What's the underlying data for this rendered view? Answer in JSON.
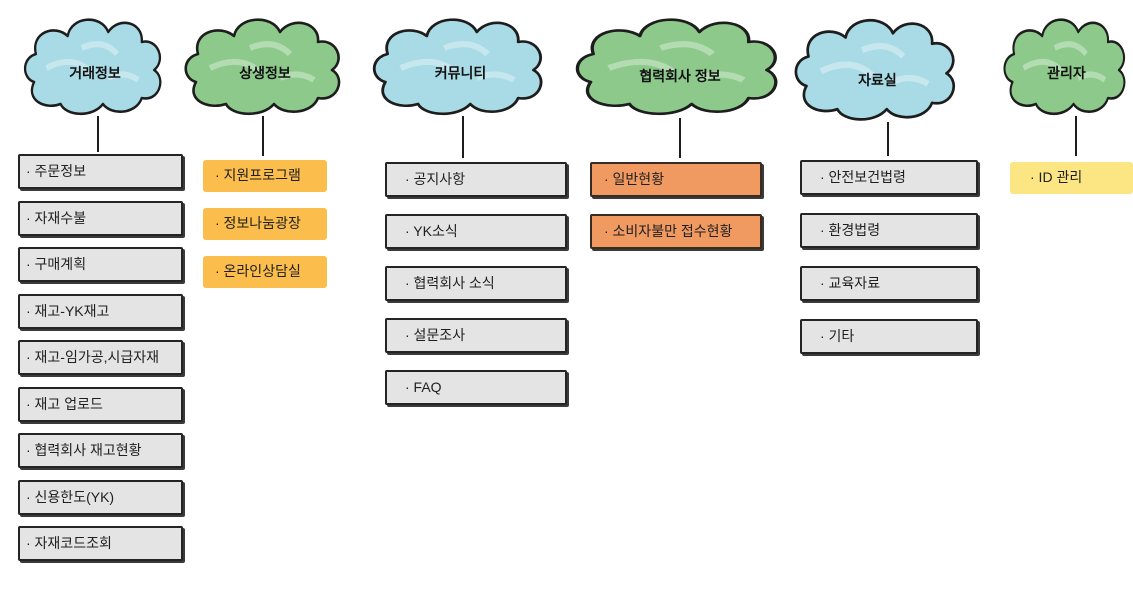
{
  "columns": [
    {
      "title": "거래정보",
      "cloud_color": "#a8dbe5",
      "item_style": "gray",
      "items": [
        "· 주문정보",
        "· 자재수불",
        "· 구매계획",
        "· 재고-YK재고",
        "· 재고-임가공,시급자재",
        "· 재고 업로드",
        "· 협력회사 재고현황",
        "· 신용한도(YK)",
        "· 자재코드조회"
      ]
    },
    {
      "title": "상생정보",
      "cloud_color": "#8cc98a",
      "item_style": "amber",
      "items": [
        "· 지원프로그램",
        "· 정보나눔광장",
        "· 온라인상담실"
      ]
    },
    {
      "title": "커뮤니티",
      "cloud_color": "#a8dbe5",
      "item_style": "gray",
      "items": [
        "· 공지사항",
        "· YK소식",
        "· 협력회사 소식",
        "· 설문조사",
        "· FAQ"
      ]
    },
    {
      "title": "협력회사 정보",
      "cloud_color": "#8cc98a",
      "item_style": "orange",
      "items": [
        "· 일반현황",
        "· 소비자불만 접수현황"
      ]
    },
    {
      "title": "자료실",
      "cloud_color": "#a8dbe5",
      "item_style": "gray",
      "items": [
        "· 안전보건법령",
        "· 환경법령",
        "· 교육자료",
        "· 기타"
      ]
    },
    {
      "title": "관리자",
      "cloud_color": "#8cc98a",
      "item_style": "yellow",
      "items": [
        "· ID 관리"
      ]
    }
  ]
}
